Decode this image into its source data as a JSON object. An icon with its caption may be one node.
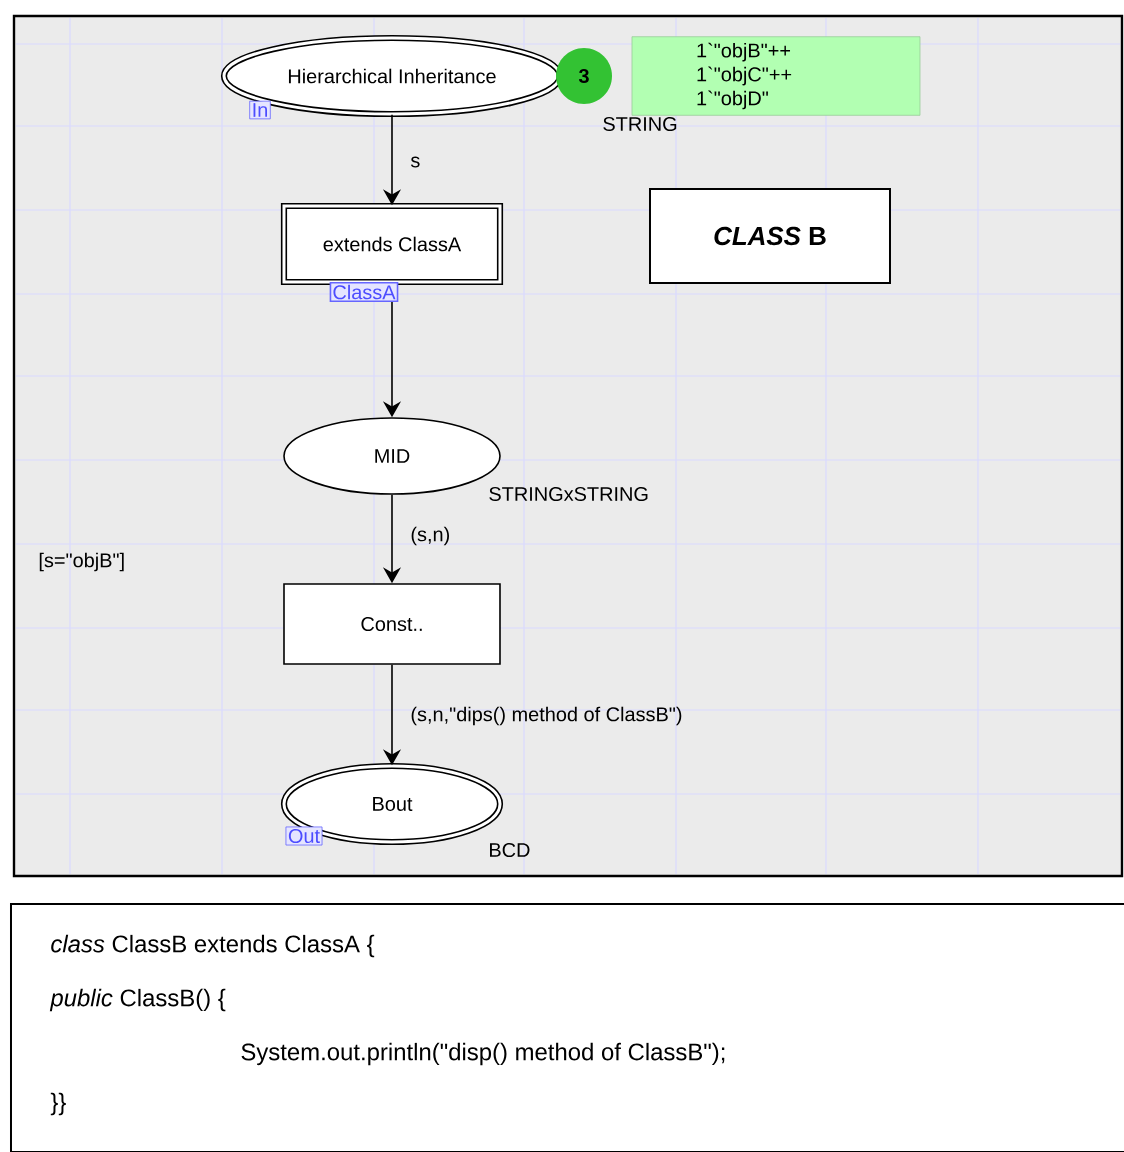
{
  "diagram": {
    "nodes": [
      {
        "text": [
          "Hierarchical Inheritance"
        ],
        "beside": [
          "In"
        ]
      },
      {
        "text": [
          "extends ClassA"
        ],
        "beside": [
          "ClassA"
        ]
      },
      {
        "text": [
          "MID"
        ]
      },
      {
        "text": [
          "Const.."
        ]
      },
      {
        "text": [
          "Bout"
        ],
        "beside": [
          "Out",
          "BCD"
        ]
      },
      {
        "text": [
          "3"
        ]
      },
      {
        "text": [
          "1`\"objB\"++ 1`\"objC\"++ 1`\"objD\""
        ]
      },
      {
        "text": [
          "*CLASS* B"
        ]
      },
      {
        "text": [
          "*class* ClassB extends ClassA {",
          "*public* ClassB()  {",
          "System.out.println(\"disp() method   of ClassB\");",
          "}}"
        ]
      }
    ],
    "edges": [
      {
        "from": 0,
        "to": 1,
        "arrow": "to",
        "label": "s"
      },
      {
        "from": 1,
        "to": 2,
        "arrow": "to"
      },
      {
        "from": 2,
        "to": 3,
        "arrow": "to",
        "label": "(s,n)"
      },
      {
        "from": 3,
        "to": 4,
        "arrow": "to",
        "label": "(s,n,\"dips() method of ClassB\")"
      }
    ],
    "labels": [
      "STRING",
      "STRINGxSTRING",
      "[s=\"objB\"]"
    ]
  }
}
